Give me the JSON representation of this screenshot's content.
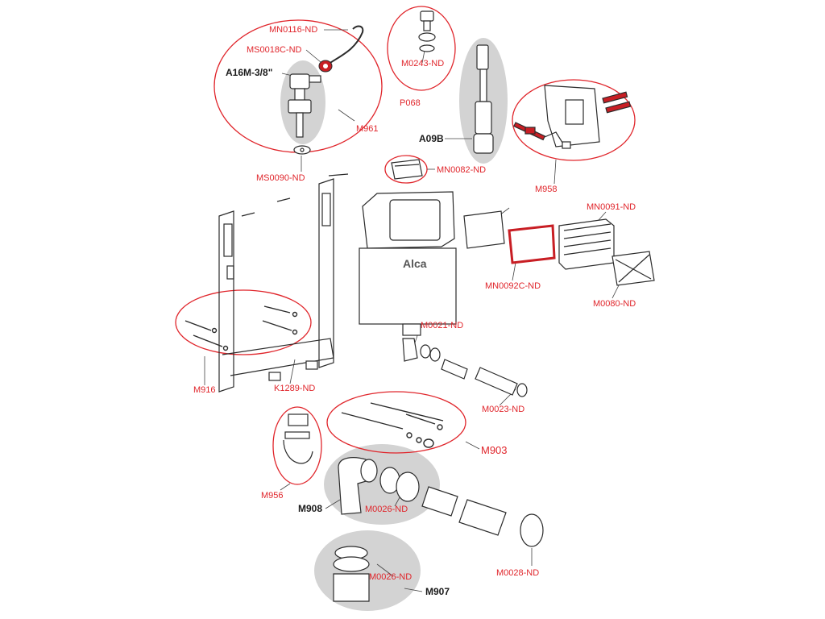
{
  "colors": {
    "callout": "#e0252b",
    "part_line": "#2b2b2b",
    "group_fill": "#d3d3d3",
    "accent_part": "#c81e24"
  },
  "labels": {
    "MN0116": "MN0116-ND",
    "MS0018C": "MS0018C-ND",
    "A16M": "A16M-3/8\"",
    "M961": "M961",
    "MS0090": "MS0090-ND",
    "M0243": "M0243-ND",
    "P068": "P068",
    "A09B": "A09B",
    "M958": "M958",
    "MN0082": "MN0082-ND",
    "MN0091": "MN0091-ND",
    "MN0092C": "MN0092C-ND",
    "M0080": "M0080-ND",
    "M0021": "M0021-ND",
    "M0023": "M0023-ND",
    "M916": "M916",
    "K1289": "K1289-ND",
    "M903": "M903",
    "M956": "M956",
    "M908": "M908",
    "M0026a": "M0026-ND",
    "M0028": "M0028-ND",
    "M0026b": "M0026-ND",
    "M907": "M907"
  },
  "brand": {
    "logo_text": "Alca"
  }
}
